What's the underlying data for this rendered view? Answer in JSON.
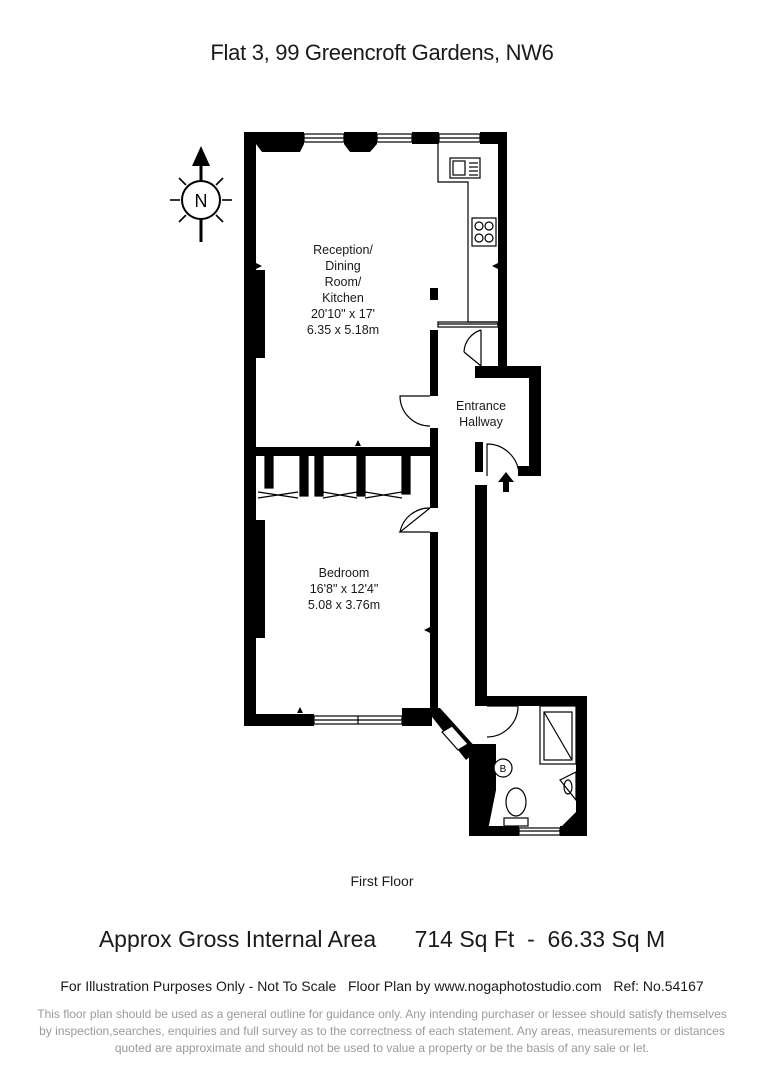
{
  "title": "Flat 3, 99 Greencroft Gardens, NW6",
  "compass": {
    "letter": "N",
    "icon": "north-compass-icon"
  },
  "rooms": [
    {
      "id": "reception",
      "lines": [
        "Reception/",
        "Dining",
        "Room/",
        "Kitchen",
        "20'10\" x 17'",
        "6.35 x 5.18m"
      ]
    },
    {
      "id": "entrance",
      "lines": [
        "Entrance",
        "Hallway"
      ]
    },
    {
      "id": "bedroom",
      "lines": [
        "Bedroom",
        "16'8\" x 12'4\"",
        "5.08 x 3.76m"
      ]
    }
  ],
  "boiler_label": "B",
  "floor_label": "First Floor",
  "area": {
    "label": "Approx Gross Internal Area",
    "sqft": "714 Sq Ft",
    "separator": "-",
    "sqm": "66.33 Sq M"
  },
  "credits": {
    "illustration": "For Illustration Purposes Only - Not To Scale",
    "floorplan_by": "Floor Plan by www.nogaphotostudio.com",
    "ref": "Ref: No.54167"
  },
  "disclaimer": "This floor plan should be used as a general outline for guidance only. Any intending purchaser or lessee should satisfy themselves by inspection,searches, enquiries and full survey as to the correctness of each statement. Any areas, measurements or distances quoted are approximate and should not be used to value a property or be the basis of any sale or let.",
  "colors": {
    "wall": "#000000",
    "text": "#1a1a1a",
    "disclaimer": "#9a9a9a"
  }
}
